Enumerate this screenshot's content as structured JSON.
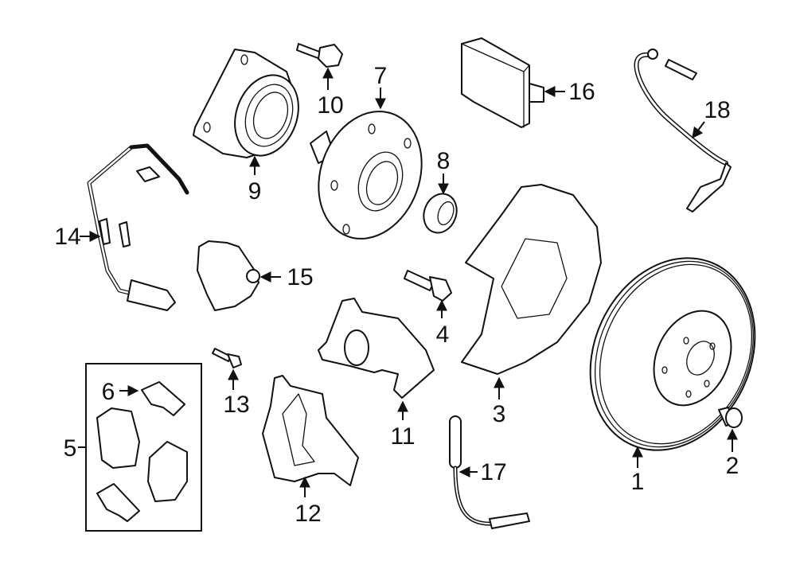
{
  "diagram": {
    "title": "Rear brake components exploded view",
    "colors": {
      "line": "#111111",
      "background": "#ffffff"
    },
    "callouts": [
      {
        "id": "1",
        "label": "1",
        "part": "brake-rotor"
      },
      {
        "id": "2",
        "label": "2",
        "part": "rotor-screw"
      },
      {
        "id": "3",
        "label": "3",
        "part": "splash-shield"
      },
      {
        "id": "4",
        "label": "4",
        "part": "shield-bolt"
      },
      {
        "id": "5",
        "label": "5",
        "part": "brake-pad-set"
      },
      {
        "id": "6",
        "label": "6",
        "part": "pad-clip"
      },
      {
        "id": "7",
        "label": "7",
        "part": "wheel-hub"
      },
      {
        "id": "8",
        "label": "8",
        "part": "axle-nut"
      },
      {
        "id": "9",
        "label": "9",
        "part": "wheel-bearing"
      },
      {
        "id": "10",
        "label": "10",
        "part": "bearing-bolt"
      },
      {
        "id": "11",
        "label": "11",
        "part": "caliper"
      },
      {
        "id": "12",
        "label": "12",
        "part": "caliper-bracket"
      },
      {
        "id": "13",
        "label": "13",
        "part": "bracket-bolt"
      },
      {
        "id": "14",
        "label": "14",
        "part": "abs-harness"
      },
      {
        "id": "15",
        "label": "15",
        "part": "parking-brake-actuator"
      },
      {
        "id": "16",
        "label": "16",
        "part": "control-module"
      },
      {
        "id": "17",
        "label": "17",
        "part": "pad-wear-sensor"
      },
      {
        "id": "18",
        "label": "18",
        "part": "abs-sensor"
      }
    ]
  }
}
